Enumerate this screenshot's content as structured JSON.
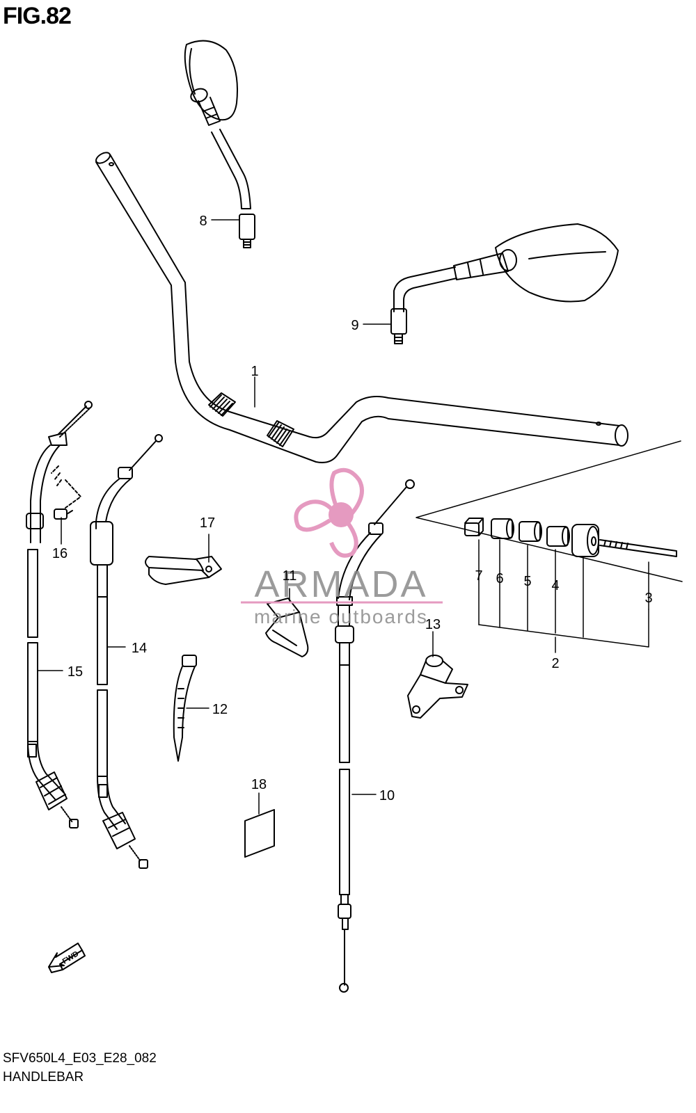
{
  "header": {
    "figure": "FIG.82"
  },
  "callouts": [
    {
      "id": "c1",
      "label": "1"
    },
    {
      "id": "c2",
      "label": "2"
    },
    {
      "id": "c3",
      "label": "3"
    },
    {
      "id": "c4",
      "label": "4"
    },
    {
      "id": "c5",
      "label": "5"
    },
    {
      "id": "c6",
      "label": "6"
    },
    {
      "id": "c7",
      "label": "7"
    },
    {
      "id": "c8",
      "label": "8"
    },
    {
      "id": "c9",
      "label": "9"
    },
    {
      "id": "c10",
      "label": "10"
    },
    {
      "id": "c11",
      "label": "11"
    },
    {
      "id": "c12",
      "label": "12"
    },
    {
      "id": "c13",
      "label": "13"
    },
    {
      "id": "c14",
      "label": "14"
    },
    {
      "id": "c15",
      "label": "15"
    },
    {
      "id": "c16",
      "label": "16"
    },
    {
      "id": "c17",
      "label": "17"
    },
    {
      "id": "c18",
      "label": "18"
    }
  ],
  "watermark": {
    "brand": "ARMADA",
    "tagline": "marine outboards",
    "color": "#e59ac0"
  },
  "direction_marker": {
    "label": "FWD"
  },
  "footer": {
    "code": "SFV650L4_E03_E28_082",
    "name": "HANDLEBAR"
  }
}
